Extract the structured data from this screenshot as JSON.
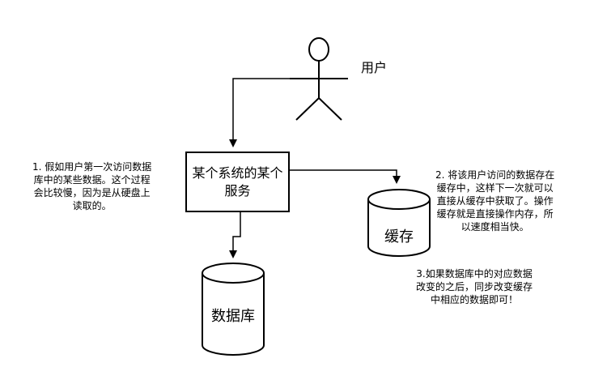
{
  "user": {
    "label": "用户"
  },
  "service": {
    "label_line1": "某个系统的某个",
    "label_line2": "服务"
  },
  "cache": {
    "label": "缓存"
  },
  "database": {
    "label": "数据库"
  },
  "notes": {
    "note1": "1. 假如用户第一次访问数据\n库中的某些数据。这个过程\n会比较慢，因为是从硬盘上\n读取的。",
    "note2": "2. 将该用户访问的数据存在\n缓存中，这样下一次就可以\n直接从缓存中获取了。操作\n缓存就是直接操作内存，所\n以速度相当快。",
    "note3": "3.如果数据库中的对应数据\n改变的之后，同步改变缓存\n中相应的数据即可！"
  },
  "colors": {
    "stroke": "#000000",
    "fill": "#ffffff"
  }
}
